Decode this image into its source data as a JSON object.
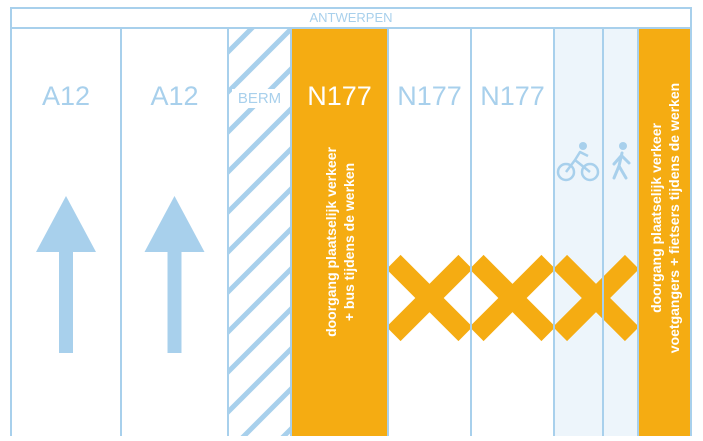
{
  "direction_label": "ANTWERPEN",
  "lanes": [
    {
      "id": "a12-left",
      "label": "A12",
      "type": "road",
      "arrow": "up-arrow"
    },
    {
      "id": "a12-right",
      "label": "A12",
      "type": "road",
      "arrow": "up-arrow"
    },
    {
      "id": "berm",
      "label": "BERM",
      "type": "hatched"
    },
    {
      "id": "n177-open",
      "label": "N177",
      "type": "open",
      "note_lines": [
        "doorgang plaatselijk verkeer",
        "+ bus tijdens de werken"
      ]
    },
    {
      "id": "n177-closed-1",
      "label": "N177",
      "type": "closed",
      "mark": "x-cross"
    },
    {
      "id": "n177-closed-2",
      "label": "N177",
      "type": "closed",
      "mark": "x-cross"
    },
    {
      "id": "path-bike",
      "type": "closed",
      "mark": "x-cross",
      "icon": "cyclist-icon"
    },
    {
      "id": "path-walk",
      "type": "path",
      "icon": "pedestrian-icon"
    },
    {
      "id": "path-open",
      "type": "open",
      "note_lines": [
        "doorgang plaatselijk verkeer",
        "voetgangers + fietsers tijdens de werken"
      ]
    }
  ],
  "colors": {
    "line": "#a8d0ec",
    "text_blue": "#a8d0ec",
    "open_lane": "#f5ac12",
    "path_fill": "#edf5fb",
    "white": "#ffffff"
  }
}
